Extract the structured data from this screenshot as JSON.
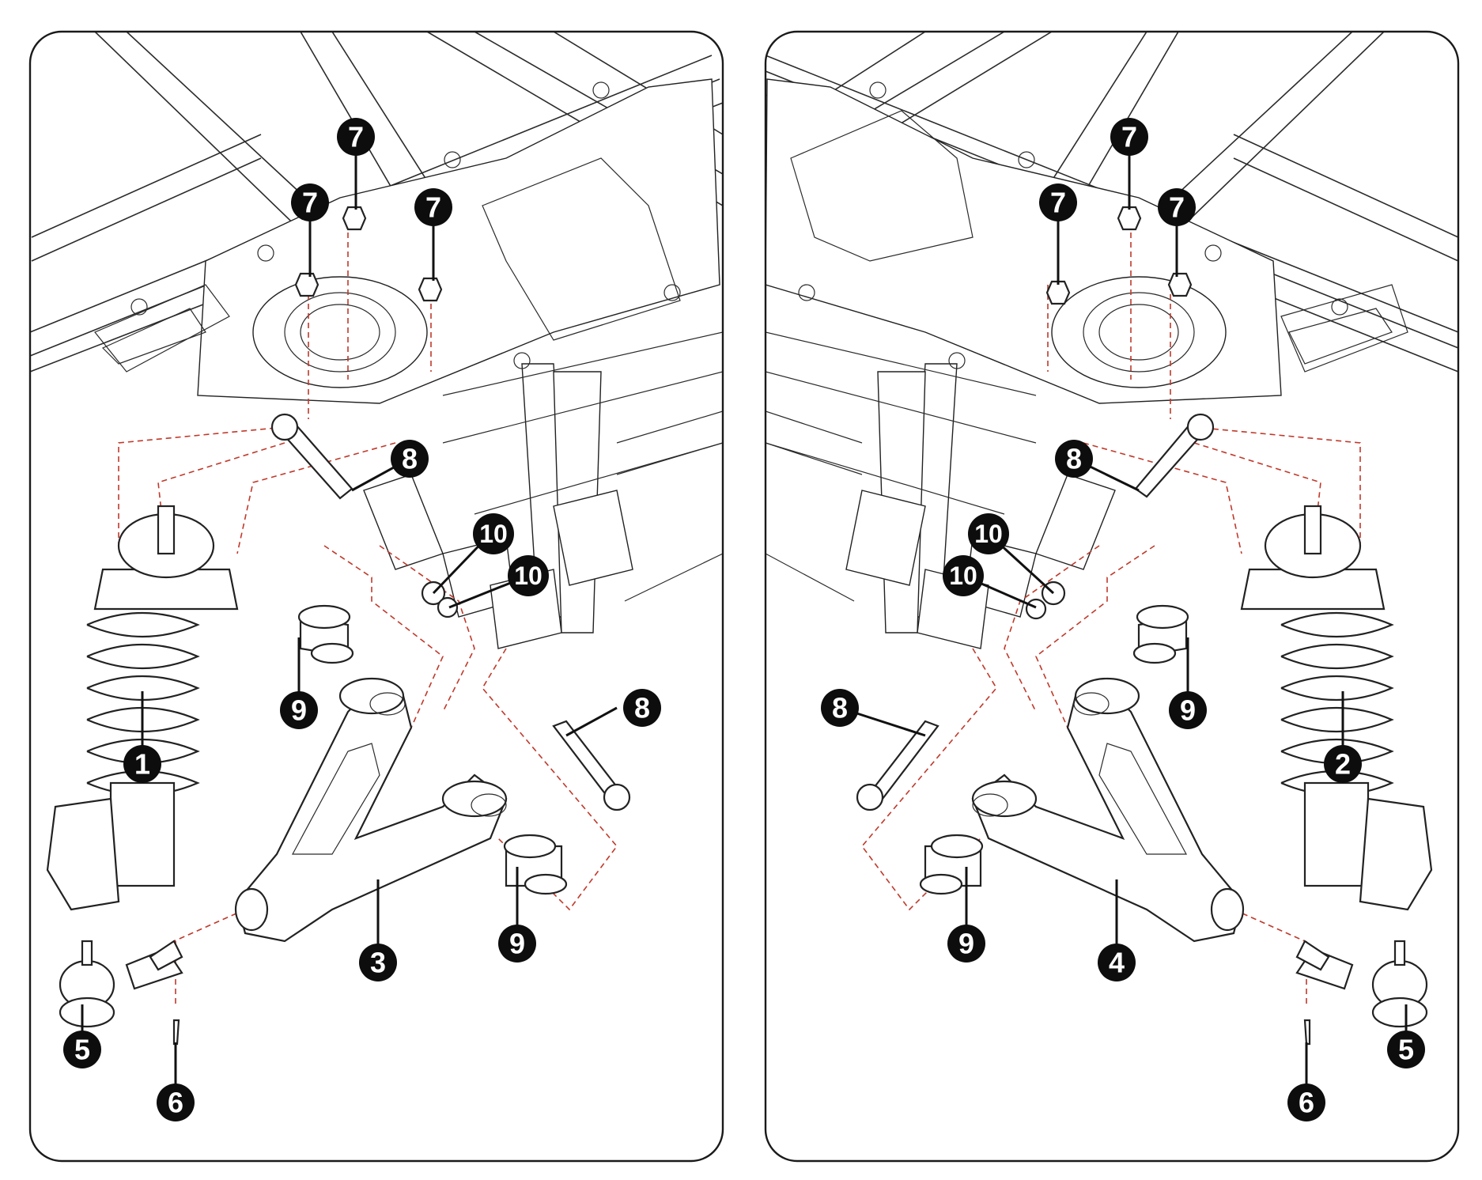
{
  "callouts": {
    "left": {
      "c1": "1",
      "c3": "3",
      "c5": "5",
      "c6": "6",
      "c7a": "7",
      "c7b": "7",
      "c7c": "7",
      "c8a": "8",
      "c8b": "8",
      "c9a": "9",
      "c9b": "9",
      "c10a": "10",
      "c10b": "10"
    },
    "right": {
      "c2": "2",
      "c4": "4",
      "c5": "5",
      "c6": "6",
      "c7a": "7",
      "c7b": "7",
      "c7c": "7",
      "c8a": "8",
      "c8b": "8",
      "c9a": "9",
      "c9b": "9",
      "c10a": "10",
      "c10b": "10"
    }
  },
  "colors": {
    "line": "#222222",
    "dashed_guide": "#c0392b",
    "callout_fill": "#0d0d0d",
    "callout_text": "#ffffff"
  }
}
